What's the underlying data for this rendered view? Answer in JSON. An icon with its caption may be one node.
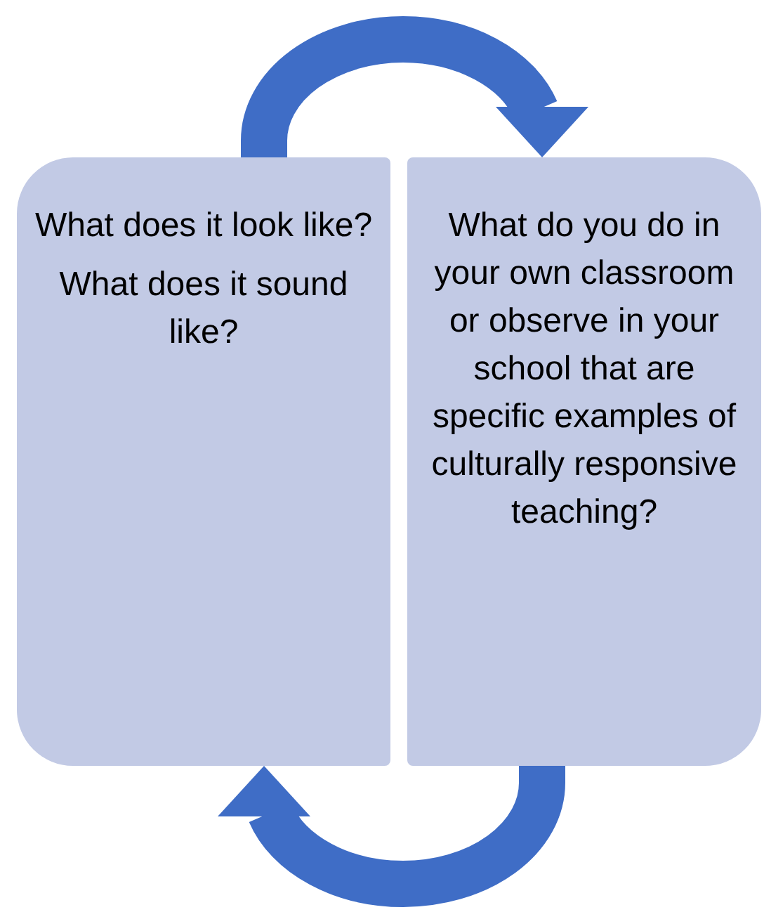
{
  "diagram": {
    "nodes": [
      {
        "text": [
          "What does it look like?",
          "What does it sound like?"
        ]
      },
      {
        "text": [
          "What do you do in your own classroom or observe in your school that are specific examples of culturally responsive teaching?"
        ]
      }
    ],
    "edges": [
      {
        "from": 0,
        "to": 1,
        "arrow": "to"
      },
      {
        "from": 1,
        "to": 0,
        "arrow": "to"
      }
    ]
  }
}
